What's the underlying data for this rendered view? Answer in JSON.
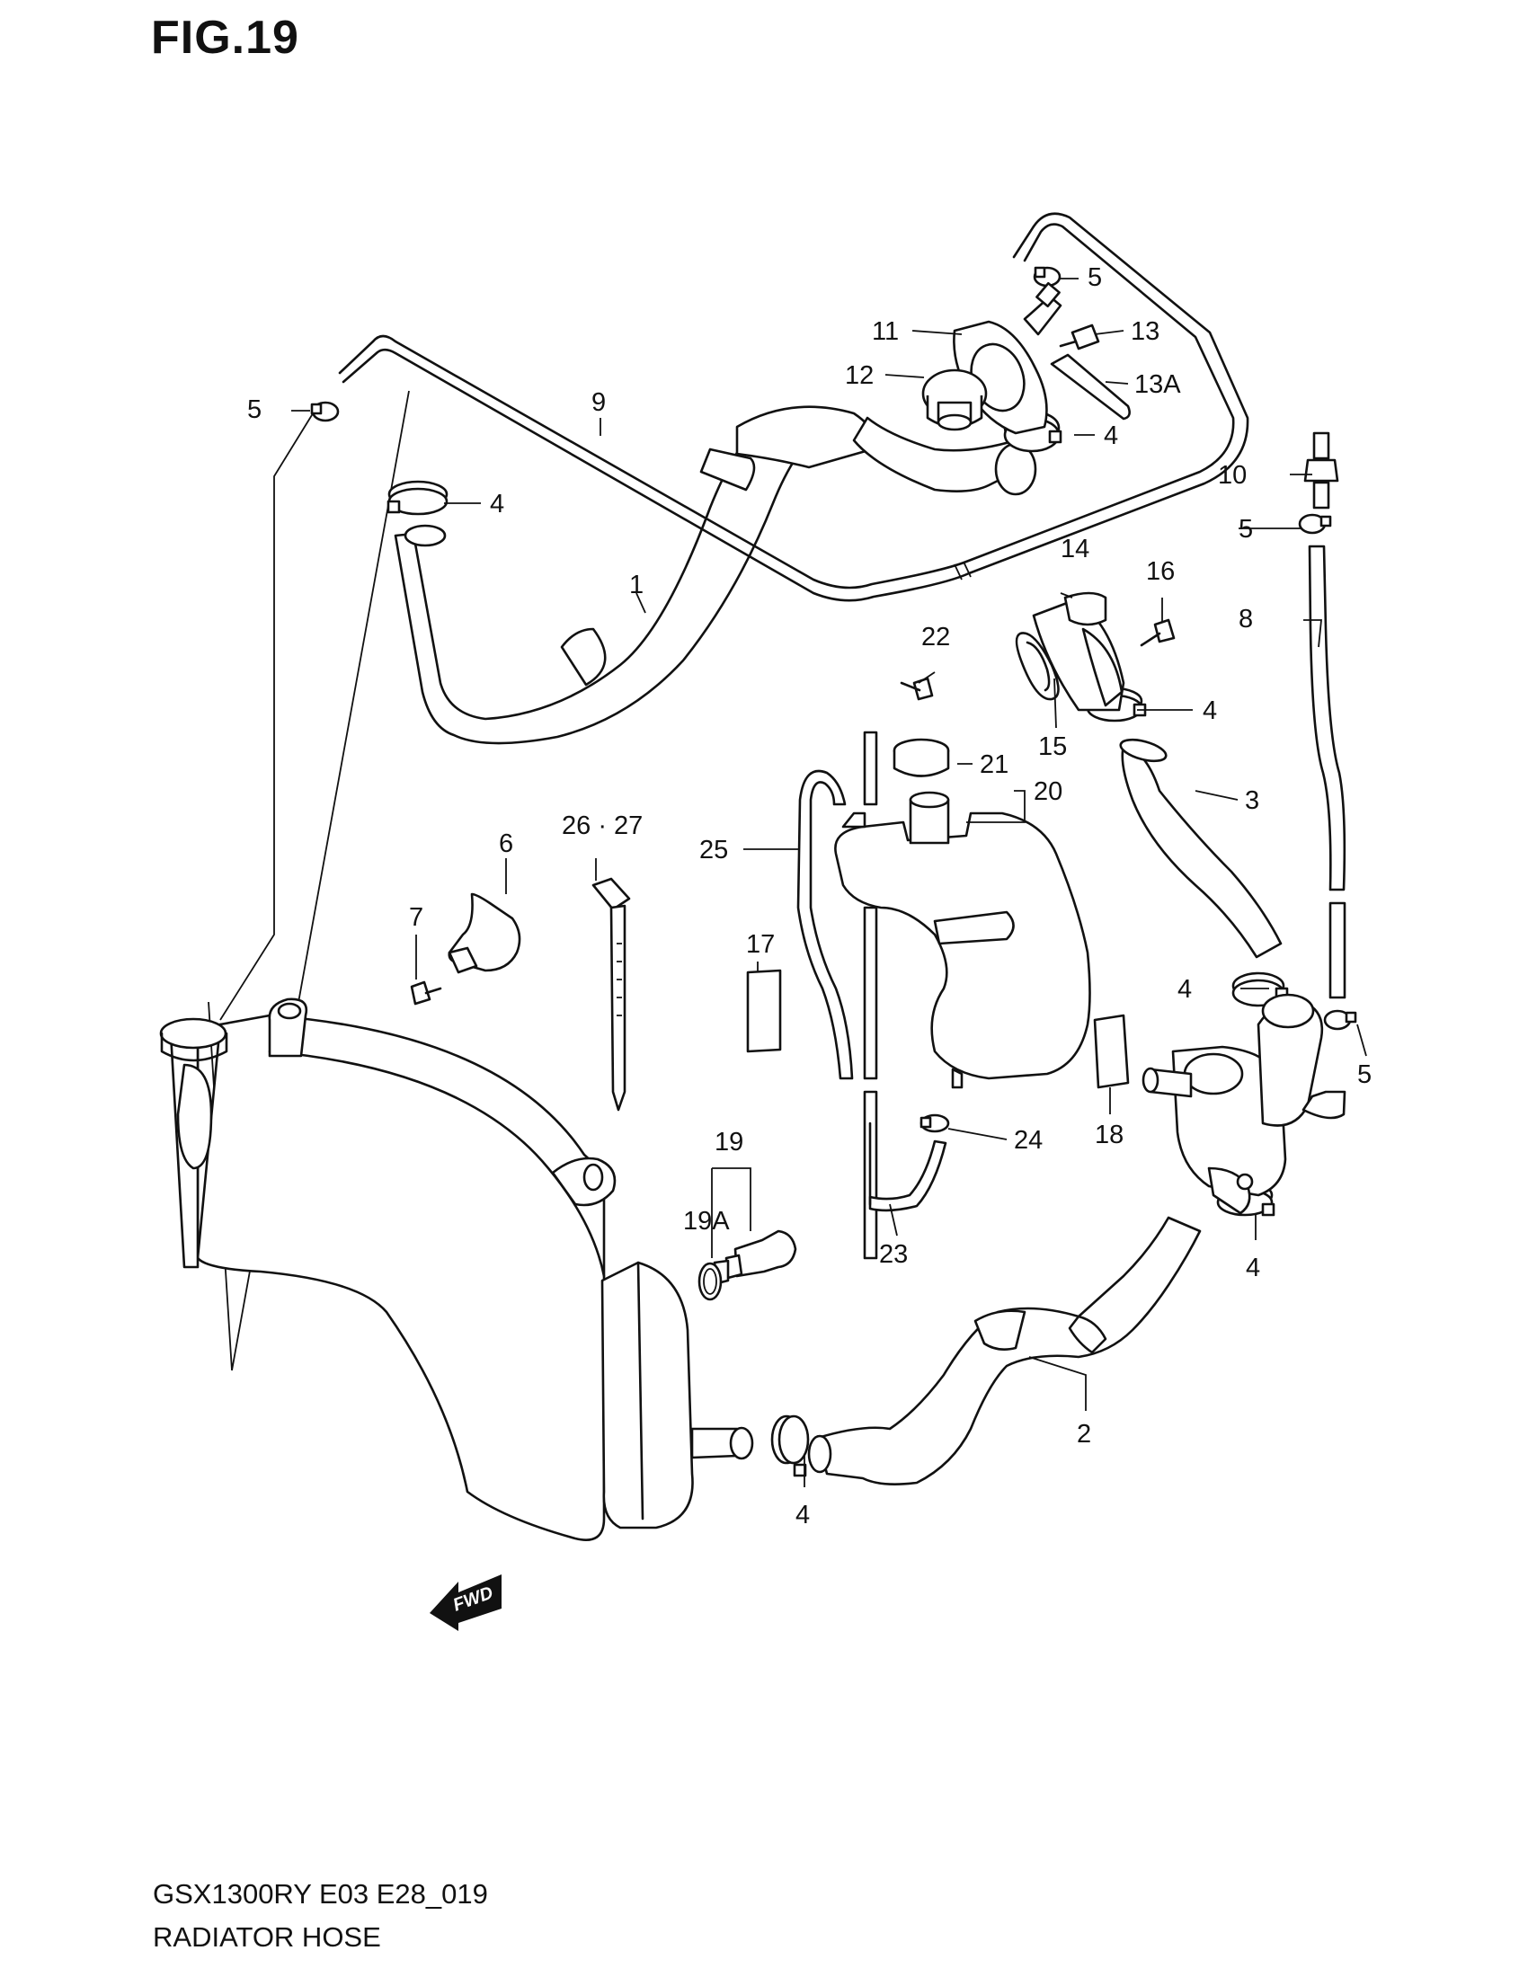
{
  "header": {
    "figure": "FIG.19"
  },
  "footer": {
    "model_code": "GSX1300RY E03 E28_019",
    "section": "RADIATOR HOSE"
  },
  "orientation_badge": "FWD",
  "callouts": {
    "c1": "1",
    "c2": "2",
    "c3": "3",
    "c4a": "4",
    "c4b": "4",
    "c4c": "4",
    "c4d": "4",
    "c4e": "4",
    "c4f": "4",
    "c5a": "5",
    "c5b": "5",
    "c5c": "5",
    "c5d": "5",
    "c6": "6",
    "c7": "7",
    "c8": "8",
    "c9": "9",
    "c10": "10",
    "c11": "11",
    "c12": "12",
    "c13": "13",
    "c13a": "13A",
    "c14": "14",
    "c15": "15",
    "c16": "16",
    "c17": "17",
    "c18": "18",
    "c19": "19",
    "c19a": "19A",
    "c20": "20",
    "c21": "21",
    "c22": "22",
    "c23": "23",
    "c24": "24",
    "c25": "25",
    "c2627": "26 · 27"
  }
}
